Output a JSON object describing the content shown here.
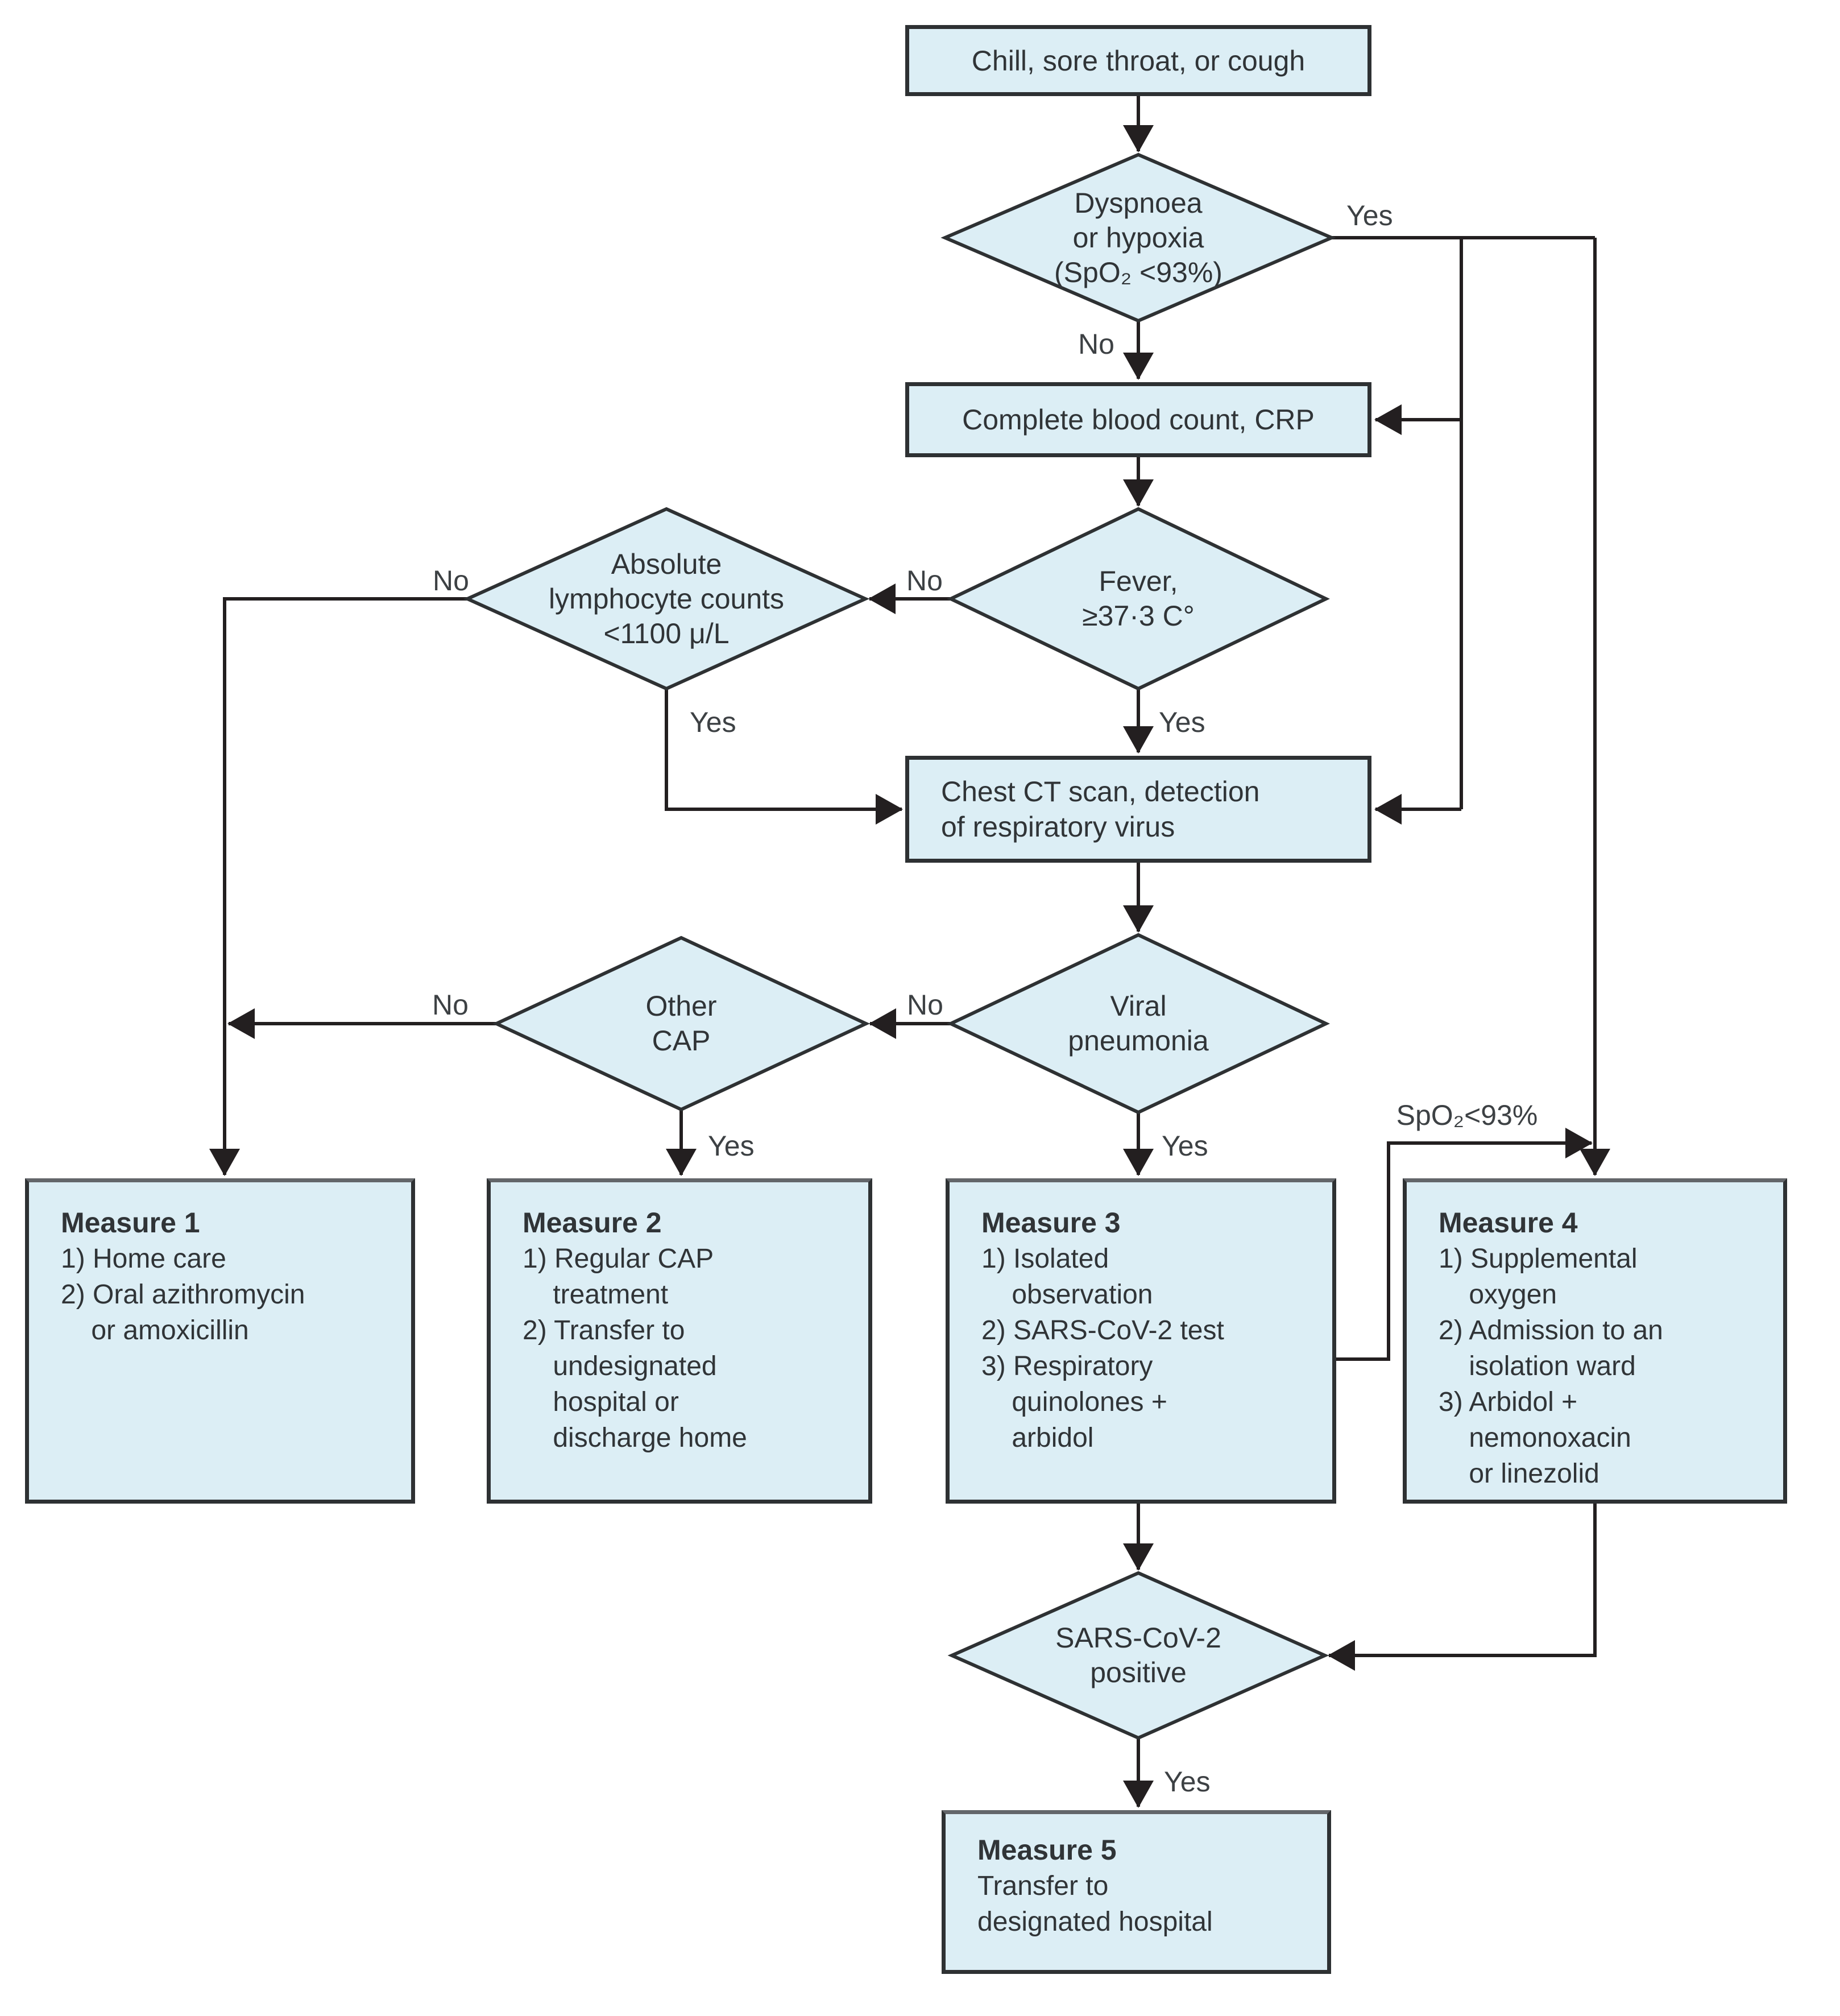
{
  "colors": {
    "node_fill": "#dceef5",
    "node_border": "#2e3133",
    "connector": "#231f20",
    "text": "#303437",
    "label_text": "#3d4144"
  },
  "nodes": {
    "chill": {
      "lines": [
        "Chill, sore throat, or cough"
      ]
    },
    "dyspnoea": {
      "lines": [
        "Dyspnoea",
        "or hypoxia",
        "(SpO₂ <93%)"
      ]
    },
    "cbc": {
      "lines": [
        "Complete blood count, CRP"
      ]
    },
    "fever": {
      "lines": [
        "Fever,",
        "≥37·3 C°"
      ]
    },
    "lymphocyte": {
      "lines": [
        "Absolute",
        "lymphocyte counts",
        "<1100 μ/L"
      ]
    },
    "chest_ct": {
      "lines": [
        "Chest CT scan, detection",
        "of respiratory virus"
      ]
    },
    "viral_pneumonia": {
      "lines": [
        "Viral",
        "pneumonia"
      ]
    },
    "other_cap": {
      "lines": [
        "Other",
        "CAP"
      ]
    },
    "sars_positive": {
      "lines": [
        "SARS-CoV-2",
        "positive"
      ]
    }
  },
  "measures": [
    {
      "title": "Measure 1",
      "lines": [
        "1) Home care",
        "2) Oral azithromycin",
        "    or amoxicillin"
      ]
    },
    {
      "title": "Measure 2",
      "lines": [
        "1) Regular CAP",
        "    treatment",
        "2) Transfer to",
        "    undesignated",
        "    hospital or",
        "    discharge home"
      ]
    },
    {
      "title": "Measure 3",
      "lines": [
        "1) Isolated",
        "    observation",
        "2) SARS-CoV-2 test",
        "3) Respiratory",
        "    quinolones +",
        "    arbidol"
      ]
    },
    {
      "title": "Measure 4",
      "lines": [
        "1) Supplemental",
        "    oxygen",
        "2) Admission to an",
        "    isolation ward",
        "3) Arbidol +",
        "    nemonoxacin",
        "    or linezolid"
      ]
    },
    {
      "title": "Measure 5",
      "lines": [
        "Transfer to",
        "designated hospital"
      ]
    }
  ],
  "edge_labels": {
    "dyspnoea_yes": "Yes",
    "dyspnoea_no": "No",
    "fever_no": "No",
    "fever_yes": "Yes",
    "lymphocyte_no": "No",
    "lymphocyte_yes": "Yes",
    "viral_no": "No",
    "viral_yes": "Yes",
    "other_cap_no": "No",
    "other_cap_yes": "Yes",
    "spo2_condition": "SpO₂<93%",
    "sars_yes": "Yes"
  }
}
